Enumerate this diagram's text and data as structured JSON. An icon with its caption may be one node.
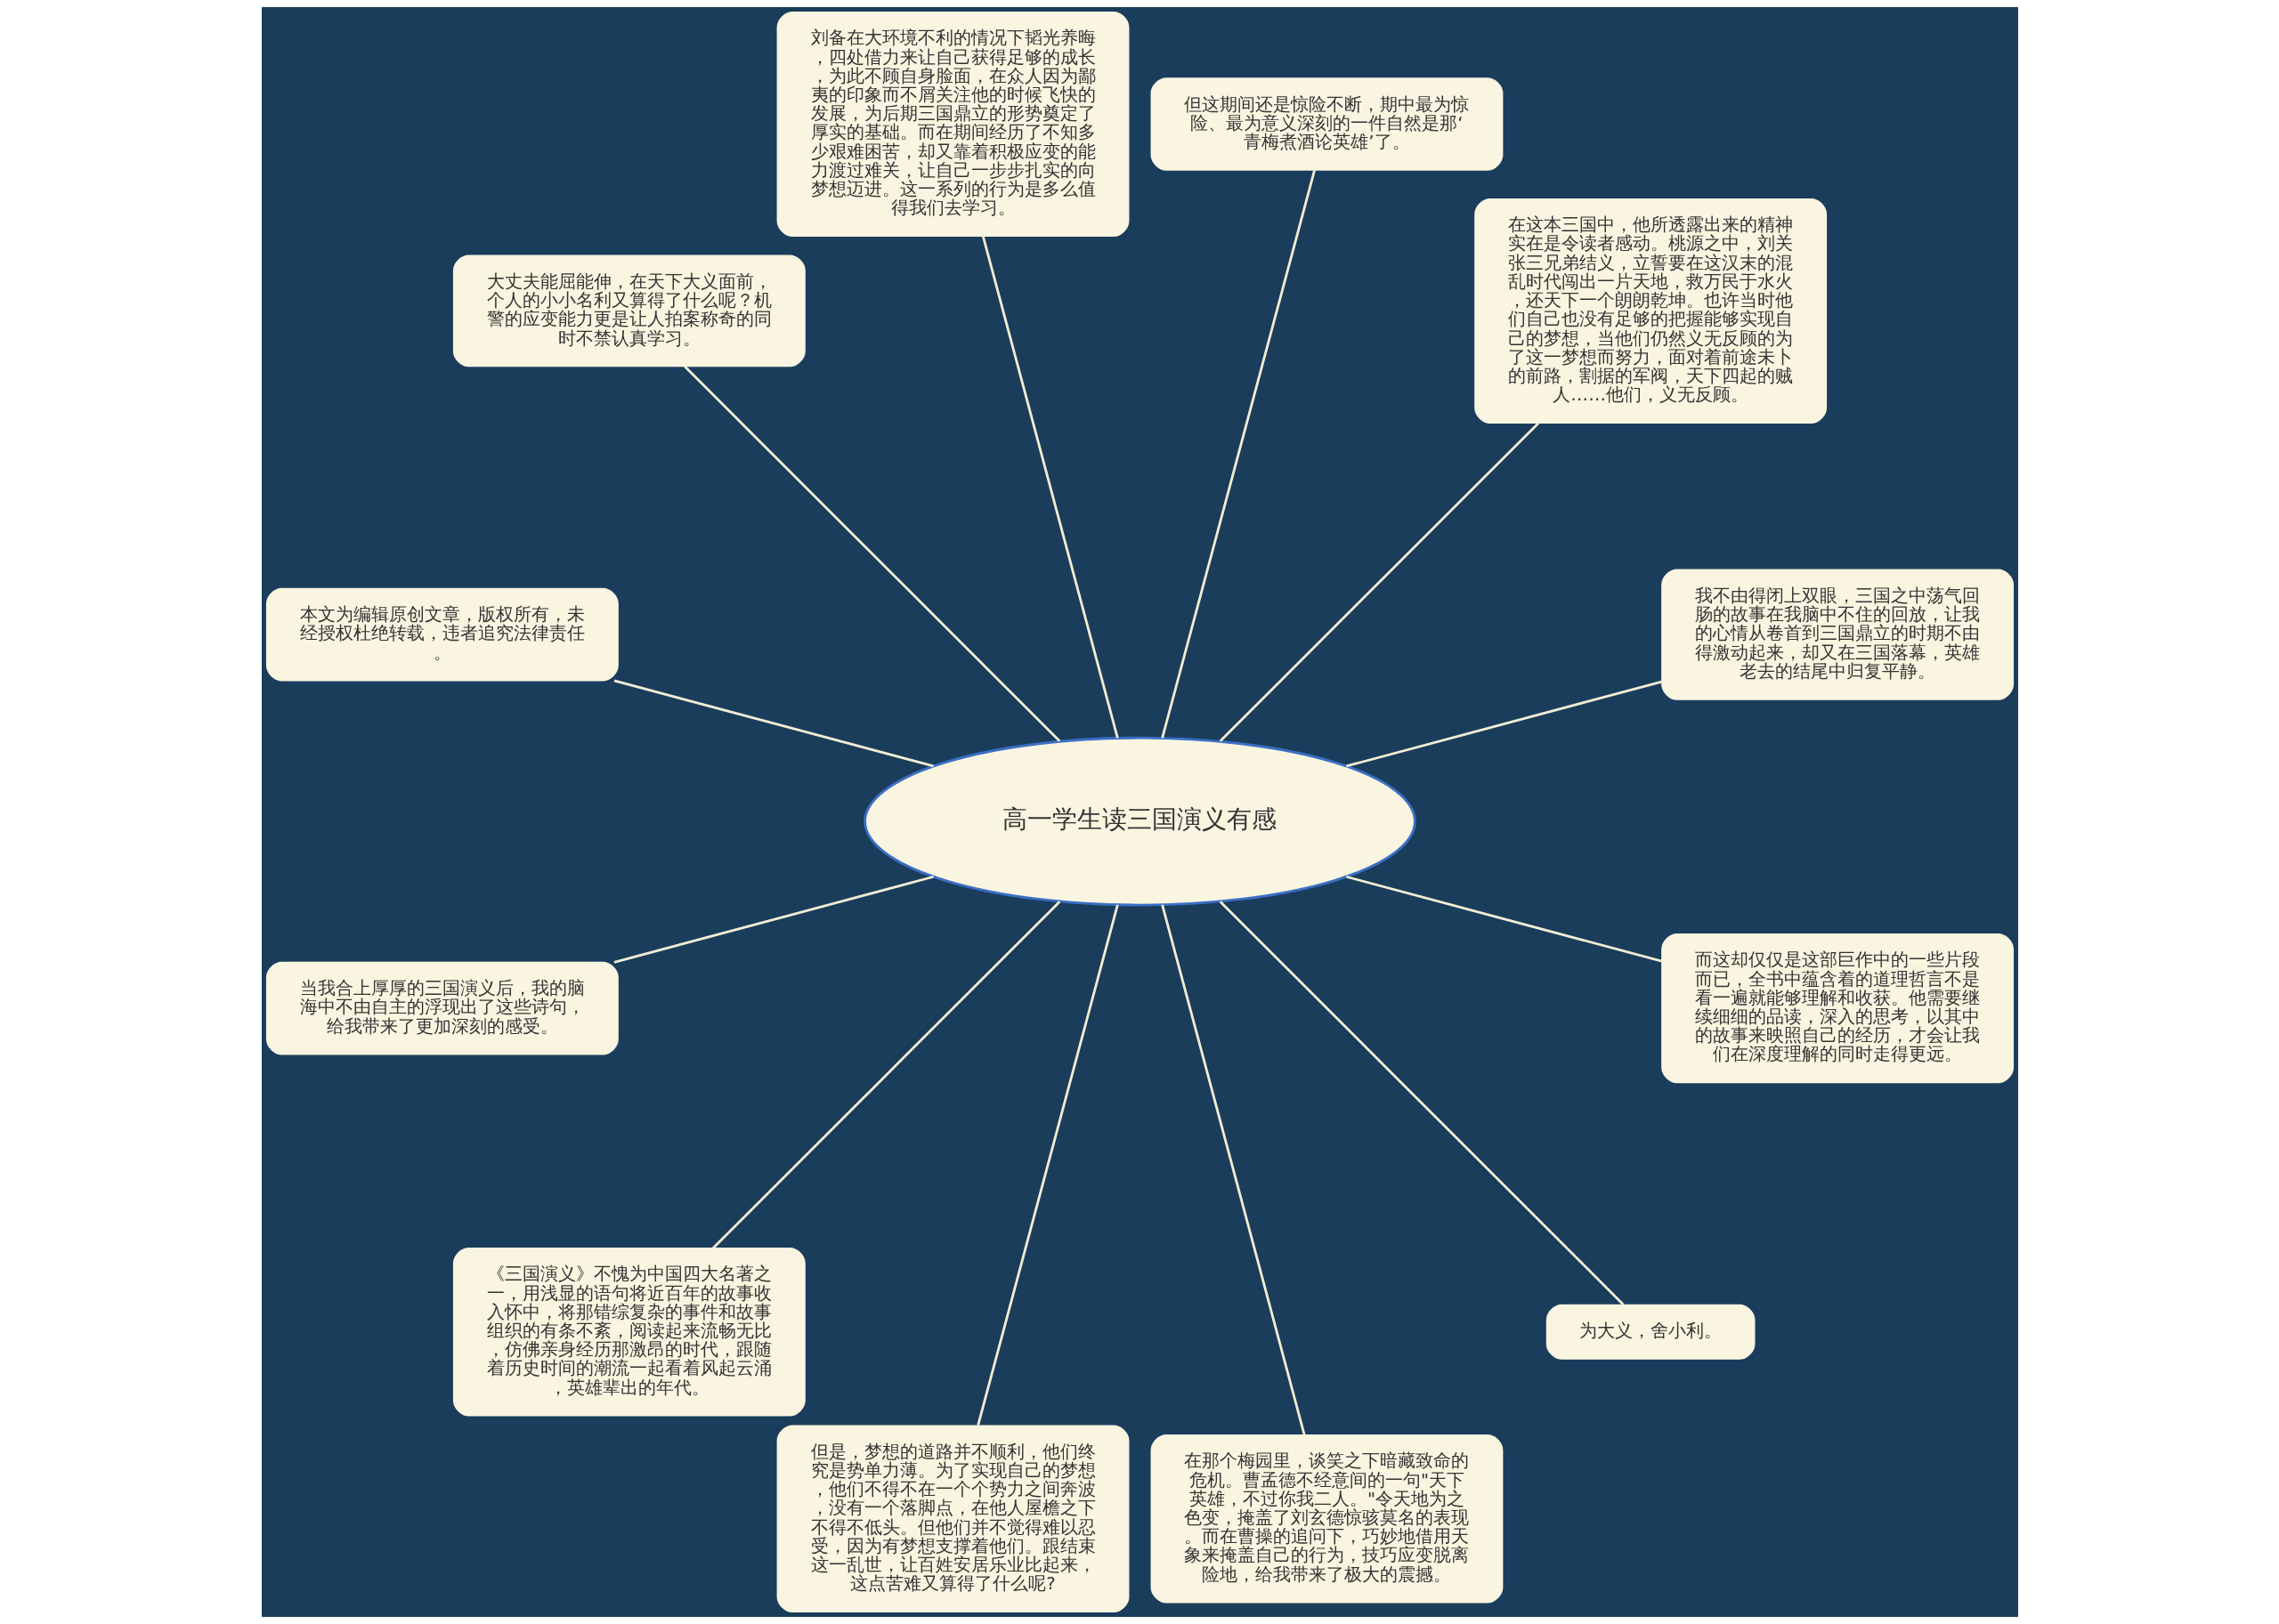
{
  "diagram": {
    "nodes": [
      {
        "text": [
          "高一学生读三国演义有感"
        ]
      },
      {
        "text": [
          "我不由得闭上双眼，三国之中荡气回肠的故事在我脑中不住的回放，让我的心情从卷首到三国鼎立的时期不由得激动起来，却又在三国落幕，英雄老去的结尾中归复平静。"
        ]
      },
      {
        "text": [
          "在这本三国中，他所透露出来的精神实在是令读者感动。桃源之中，刘关张三兄弟结义，立誓要在这汉末的混乱时代闯出一片天地，救万民于水火，还天下一个朗朗乾坤。也许当时他们自己也没有足够的把握能够实现自己的梦想，当他们仍然义无反顾的为了这一梦想而努力，面对着前途未卜的前路，割据的军阀，天下四起的贼人……他们，义无反顾。"
        ]
      },
      {
        "text": [
          "但这期间还是惊险不断，期中最为惊险、最为意义深刻的一件自然是那‘青梅煮酒论英雄’了。"
        ]
      },
      {
        "text": [
          "刘备在大环境不利的情况下韬光养晦，四处借力来让自己获得足够的成长，为此不顾自身脸面，在众人因为鄙夷的印象而不屑关注他的时候飞快的发展，为后期三国鼎立的形势奠定了厚实的基础。而在期间经历了不知多少艰难困苦，却又靠着积极应变的能力渡过难关，让自己一步步扎实的向梦想迈进。这一系列的行为是多么值得我们去学习。"
        ]
      },
      {
        "text": [
          "大丈夫能屈能伸，在天下大义面前，个人的小小名利又算得了什么呢？机警的应变能力更是让人拍案称奇的同时不禁认真学习。"
        ]
      },
      {
        "text": [
          "本文为编辑原创文章，版权所有，未经授权杜绝转载，违者追究法律责任。"
        ]
      },
      {
        "text": [
          "当我合上厚厚的三国演义后，我的脑海中不由自主的浮现出了这些诗句，给我带来了更加深刻的感受。"
        ]
      },
      {
        "text": [
          "《三国演义》不愧为中国四大名著之一，用浅显的语句将近百年的故事收入怀中，将那错综复杂的事件和故事组织的有条不紊，阅读起来流畅无比，仿佛亲身经历那激昂的时代，跟随着历史时间的潮流一起看着风起云涌，英雄辈出的年代。"
        ]
      },
      {
        "text": [
          "但是，梦想的道路并不顺利，他们终究是势单力薄。为了实现自己的梦想，他们不得不在一个个势力之间奔波，没有一个落脚点，在他人屋檐之下不得不低头。但他们并不觉得难以忍受，因为有梦想支撑着他们。跟结束这一乱世，让百姓安居乐业比起来，这点苦难又算得了什么呢?"
        ]
      },
      {
        "text": [
          "在那个梅园里，谈笑之下暗藏致命的危机。曹孟德不经意间的一句\"天下英雄，不过你我二人。\"令天地为之色变，掩盖了刘玄德惊骇莫名的表现。而在曹操的追问下，巧妙地借用天象来掩盖自己的行为，技巧应变脱离险地，给我带来了极大的震撼。"
        ]
      },
      {
        "text": [
          "为大义，舍小利。"
        ]
      },
      {
        "text": [
          "而这却仅仅是这部巨作中的一些片段而已，全书中蕴含着的道理哲言不是看一遍就能够理解和收获。他需要继续细细的品读，深入的思考，以其中的故事来映照自己的经历，才会让我们在深度理解的同时走得更远。"
        ]
      }
    ],
    "edges": [
      {
        "from": 0,
        "to": 1,
        "arrow": "none"
      },
      {
        "from": 0,
        "to": 2,
        "arrow": "none"
      },
      {
        "from": 0,
        "to": 3,
        "arrow": "none"
      },
      {
        "from": 0,
        "to": 4,
        "arrow": "none"
      },
      {
        "from": 0,
        "to": 5,
        "arrow": "none"
      },
      {
        "from": 0,
        "to": 6,
        "arrow": "none"
      },
      {
        "from": 0,
        "to": 7,
        "arrow": "none"
      },
      {
        "from": 0,
        "to": 8,
        "arrow": "none"
      },
      {
        "from": 0,
        "to": 9,
        "arrow": "none"
      },
      {
        "from": 0,
        "to": 10,
        "arrow": "none"
      },
      {
        "from": 0,
        "to": 11,
        "arrow": "none"
      },
      {
        "from": 0,
        "to": 12,
        "arrow": "none"
      }
    ]
  }
}
